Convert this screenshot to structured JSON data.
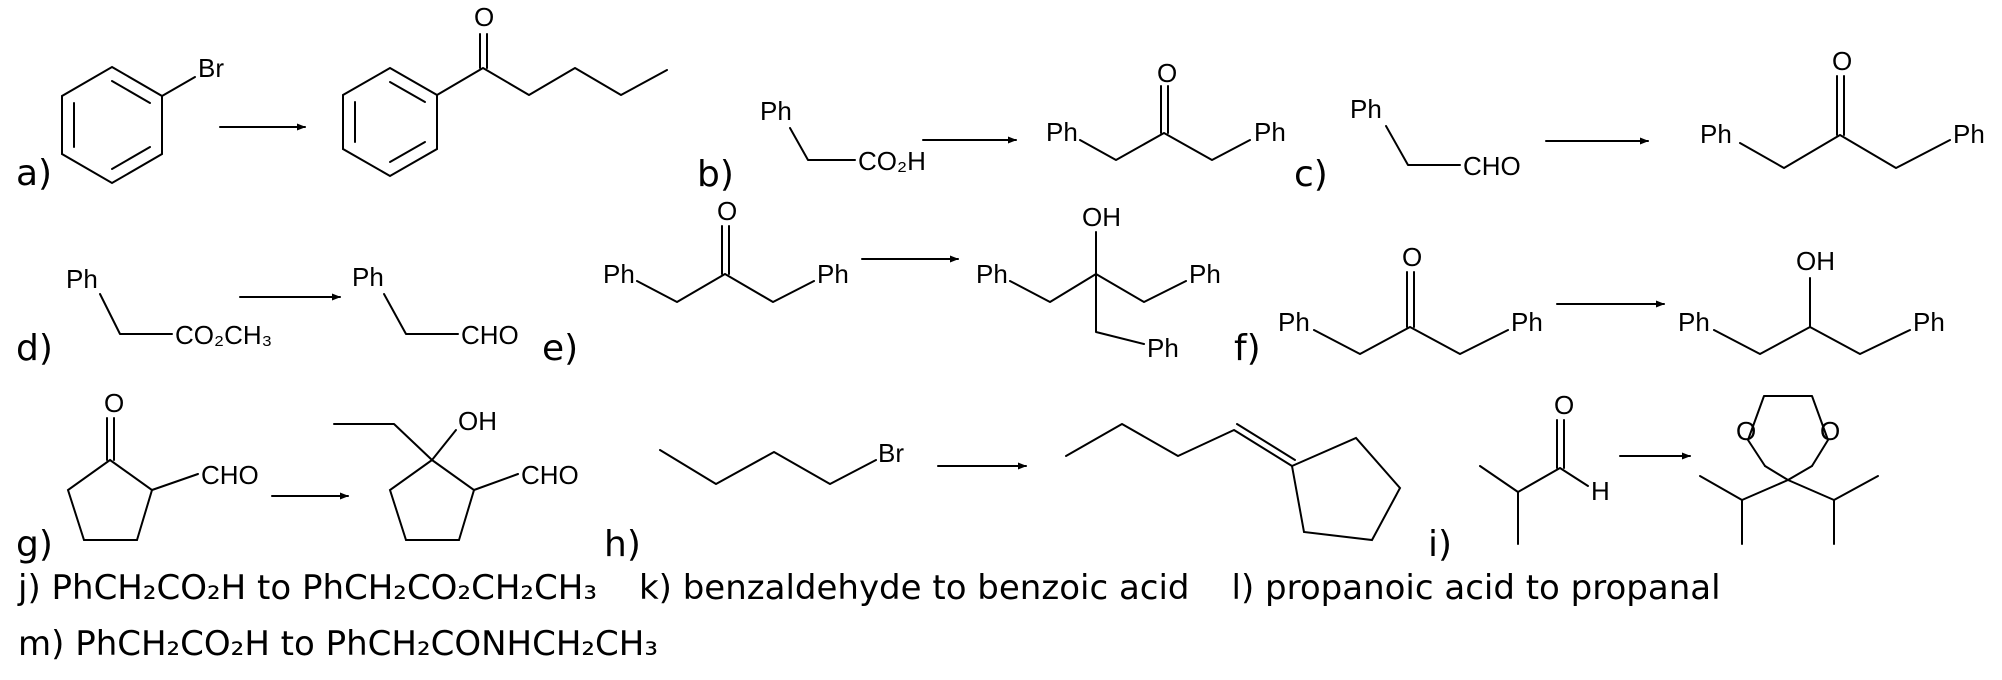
{
  "labels": {
    "a": "a)",
    "b": "b)",
    "c": "c)",
    "d": "d)",
    "e": "e)",
    "f": "f)",
    "g": "g)",
    "h": "h)",
    "i": "i)"
  },
  "atoms": {
    "br": "Br",
    "o": "O",
    "oh": "OH",
    "ph": "Ph",
    "co2h": "CO₂H",
    "cho": "CHO",
    "co2ch3": "CO₂CH₃",
    "h": "H"
  },
  "text_problems": {
    "j": "j) PhCH₂CO₂H to PhCH₂CO₂CH₂CH₃",
    "k": "k) benzaldehyde to benzoic acid",
    "l": "l) propanoic acid to propanal",
    "m": "m) PhCH₂CO₂H to PhCH₂CONHCH₂CH₃"
  }
}
